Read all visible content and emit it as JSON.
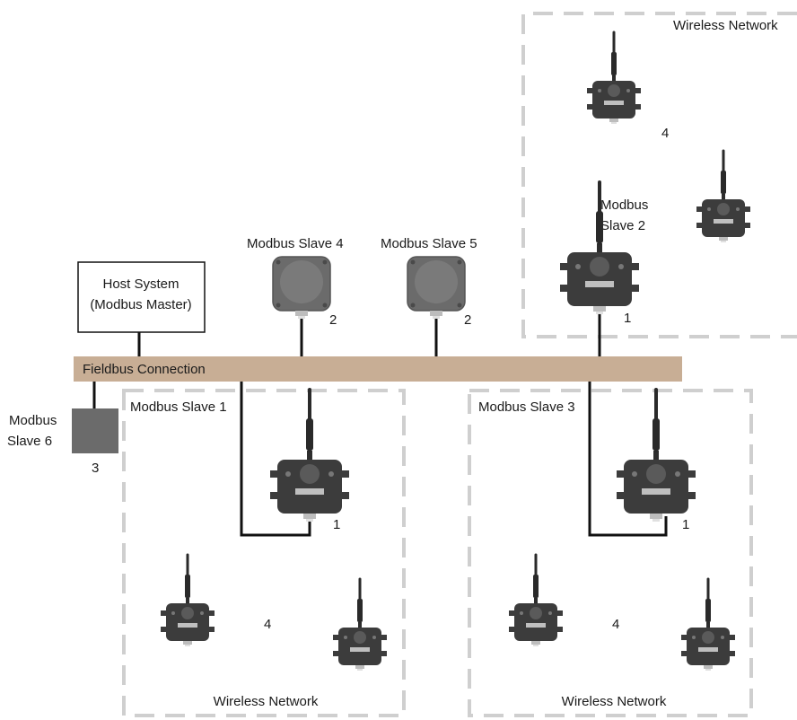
{
  "host": {
    "line1": "Host System",
    "line2": "(Modbus Master)"
  },
  "bus": {
    "label": "Fieldbus Connection",
    "color": "#c8ae95"
  },
  "slaves": {
    "s1": "Modbus Slave 1",
    "s2_line1": "Modbus",
    "s2_line2": "Slave 2",
    "s3": "Modbus Slave 3",
    "s4": "Modbus Slave 4",
    "s5": "Modbus Slave 5",
    "s6_line1": "Modbus",
    "s6_line2": "Slave 6"
  },
  "callouts": {
    "s1_gateway": "1",
    "s2_gateway": "1",
    "s3_gateway": "1",
    "s4_device": "2",
    "s5_device": "2",
    "s6_device": "3",
    "net_top_nodes": "4",
    "net_left_nodes": "4",
    "net_right_nodes": "4"
  },
  "networks": {
    "top": "Wireless Network",
    "left": "Wireless Network",
    "right": "Wireless Network"
  },
  "colors": {
    "device_dark": "#3c3c3c",
    "device_gray": "#6b6b6b",
    "network_border": "#cfcfcf"
  },
  "icons": {
    "gateway": "wireless-gateway-icon",
    "node": "wireless-node-icon",
    "round_device": "round-sensor-icon",
    "square_device": "square-device-icon"
  }
}
